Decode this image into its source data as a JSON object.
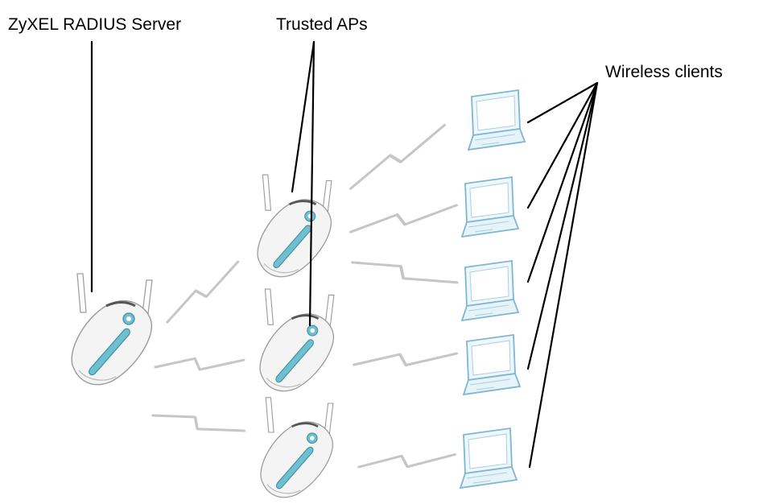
{
  "labels": {
    "server": "ZyXEL RADIUS Server",
    "trusted_aps": "Trusted APs",
    "wireless_clients": "Wireless clients"
  },
  "colors": {
    "ap_body": "#f4f4f4",
    "ap_stripe": "#6fc0cf",
    "laptop_outline": "#7fb6d3",
    "laptop_screen": "#eef7fb",
    "link": "#c6c6c6",
    "callout": "#000000"
  },
  "icons": {
    "access_point": "access-point-icon",
    "laptop": "laptop-icon",
    "wireless_link": "wireless-link-icon"
  }
}
